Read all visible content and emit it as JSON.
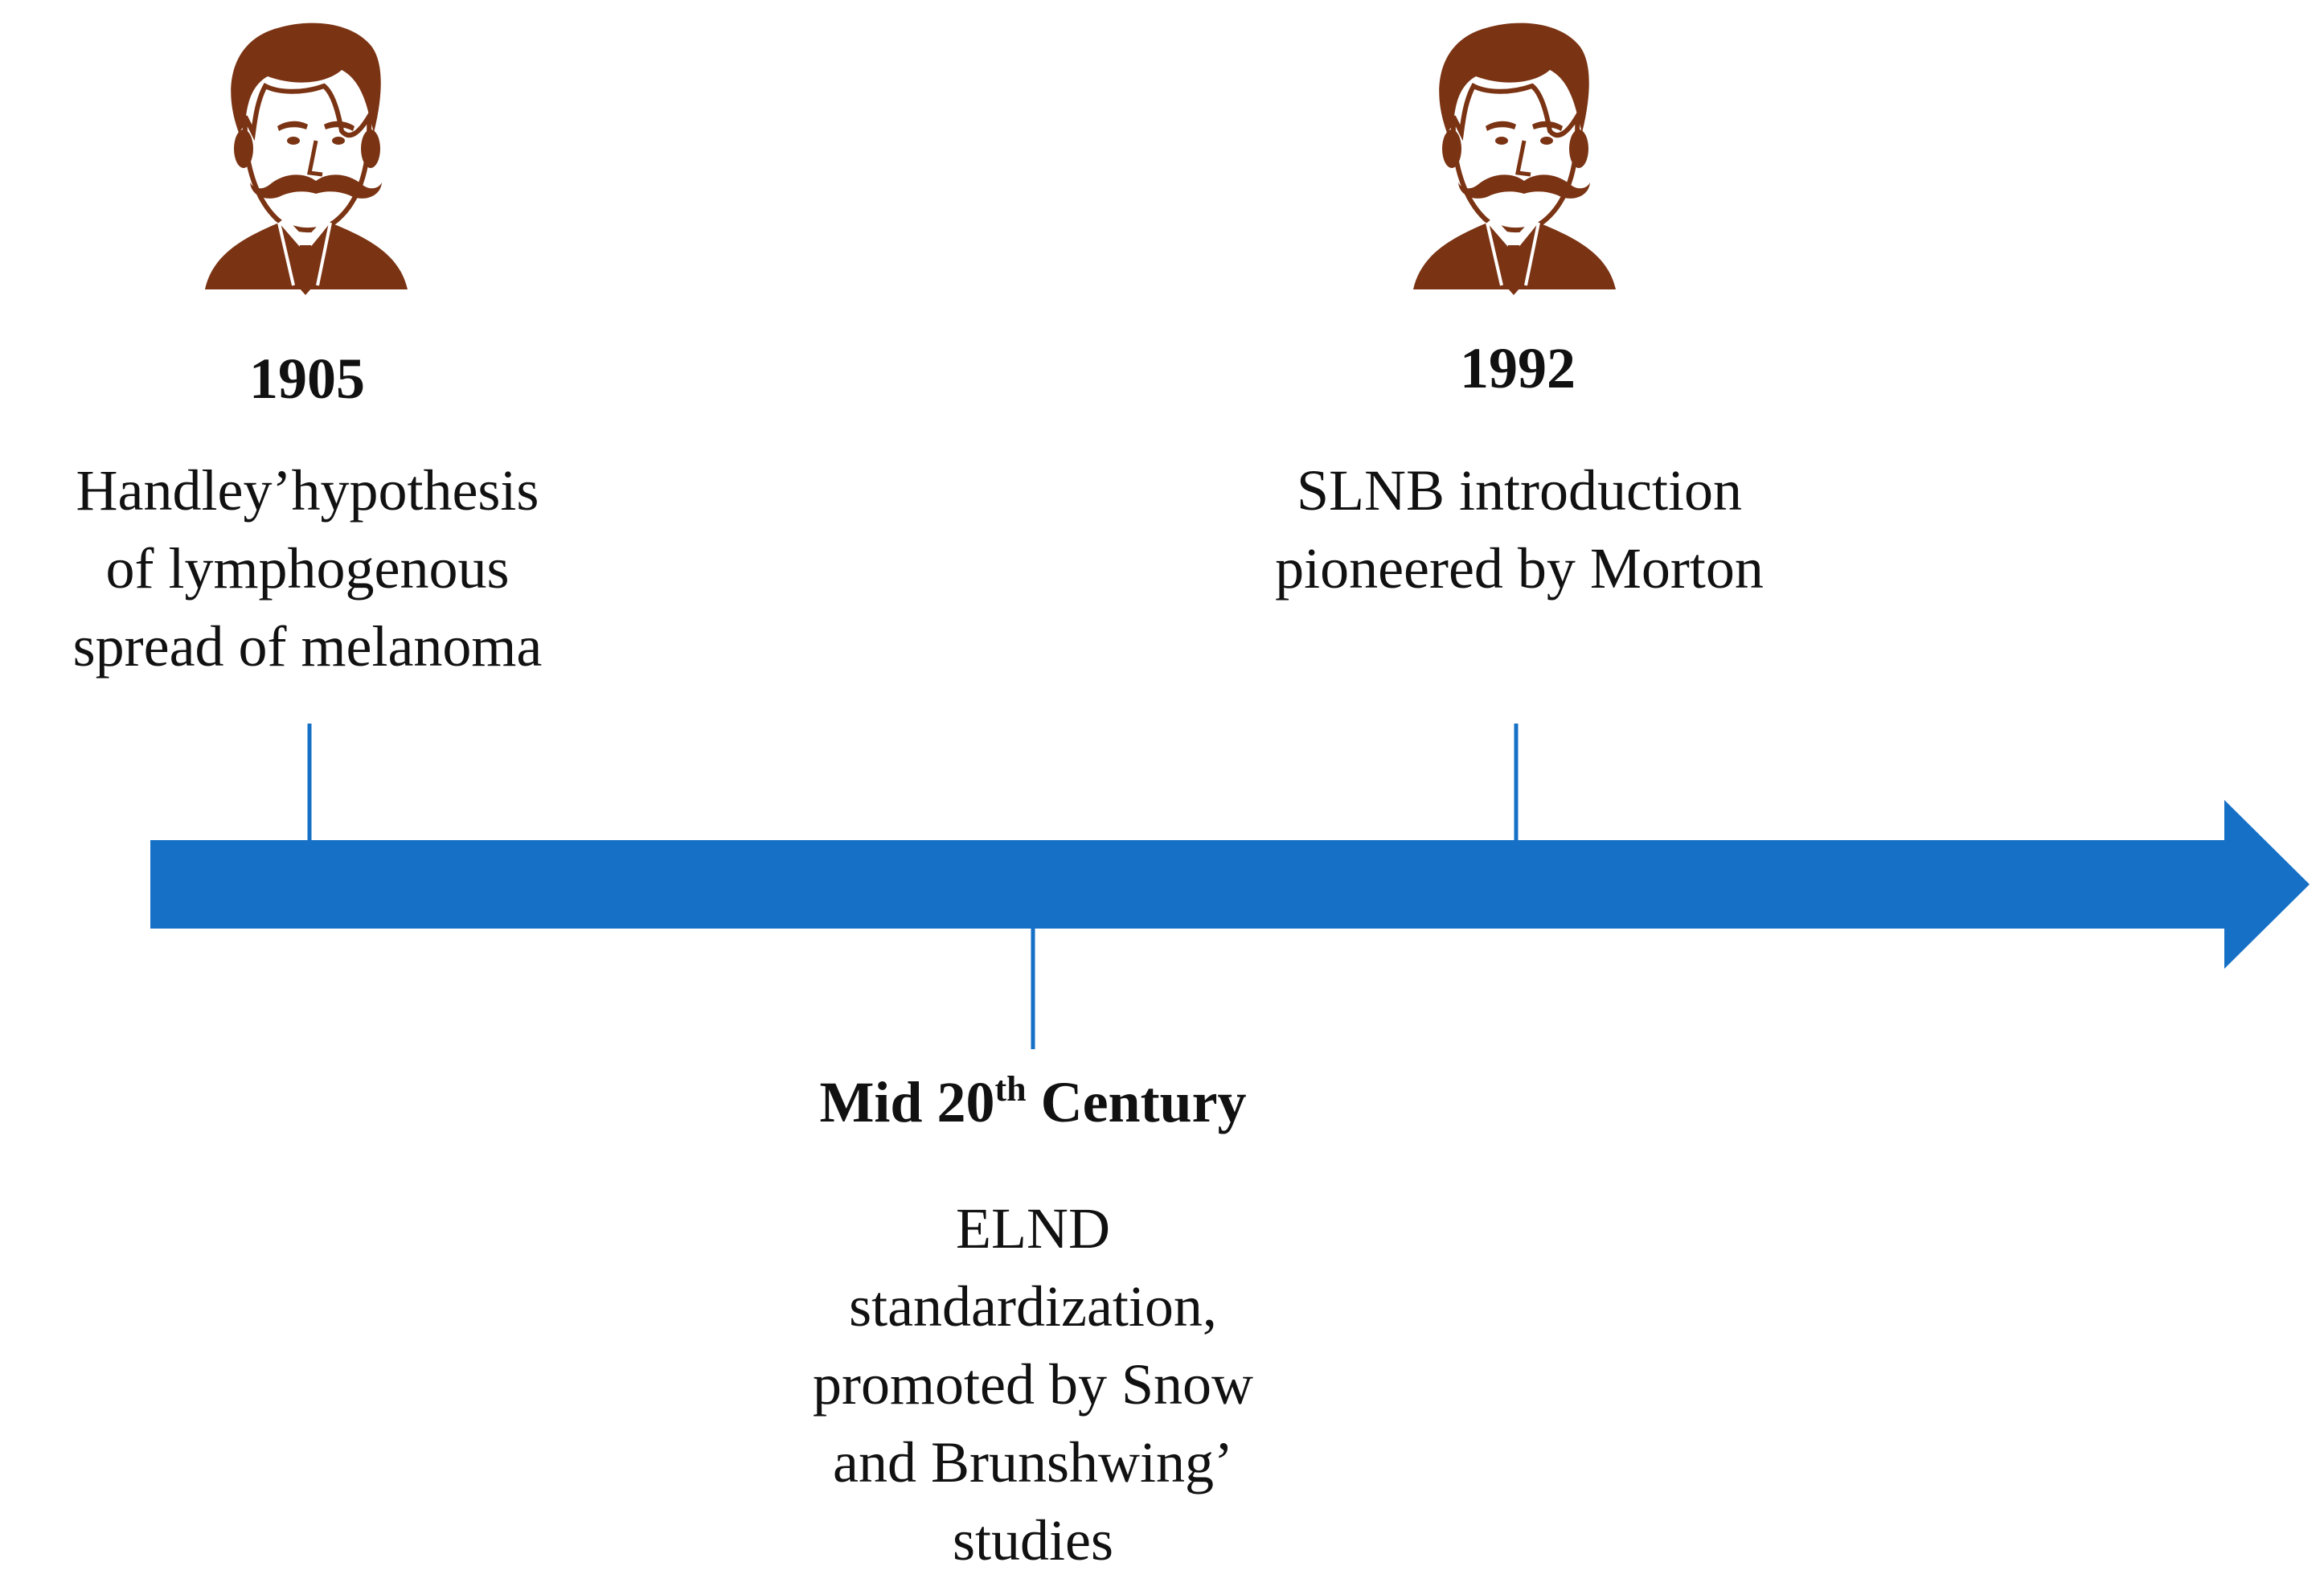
{
  "timeline": {
    "arrow_color": "#1570c6",
    "tick_color": "#1570c6",
    "portrait_color": "#7a3313"
  },
  "events": {
    "e1905": {
      "year": "1905",
      "lines": [
        "Handley’hypothesis",
        "of lymphogenous",
        "spread of melanoma"
      ],
      "icon": "man-portrait-icon"
    },
    "e1992": {
      "year": "1992",
      "lines": [
        "SLNB introduction",
        "pioneered by Morton"
      ],
      "icon": "man-portrait-icon"
    },
    "mid": {
      "title_main": "Mid 20",
      "title_sup": "th",
      "title_end": " Century",
      "lines": [
        "ELND",
        "standardization,",
        "promoted by Snow",
        "and Brunshwing’",
        "studies"
      ]
    }
  }
}
